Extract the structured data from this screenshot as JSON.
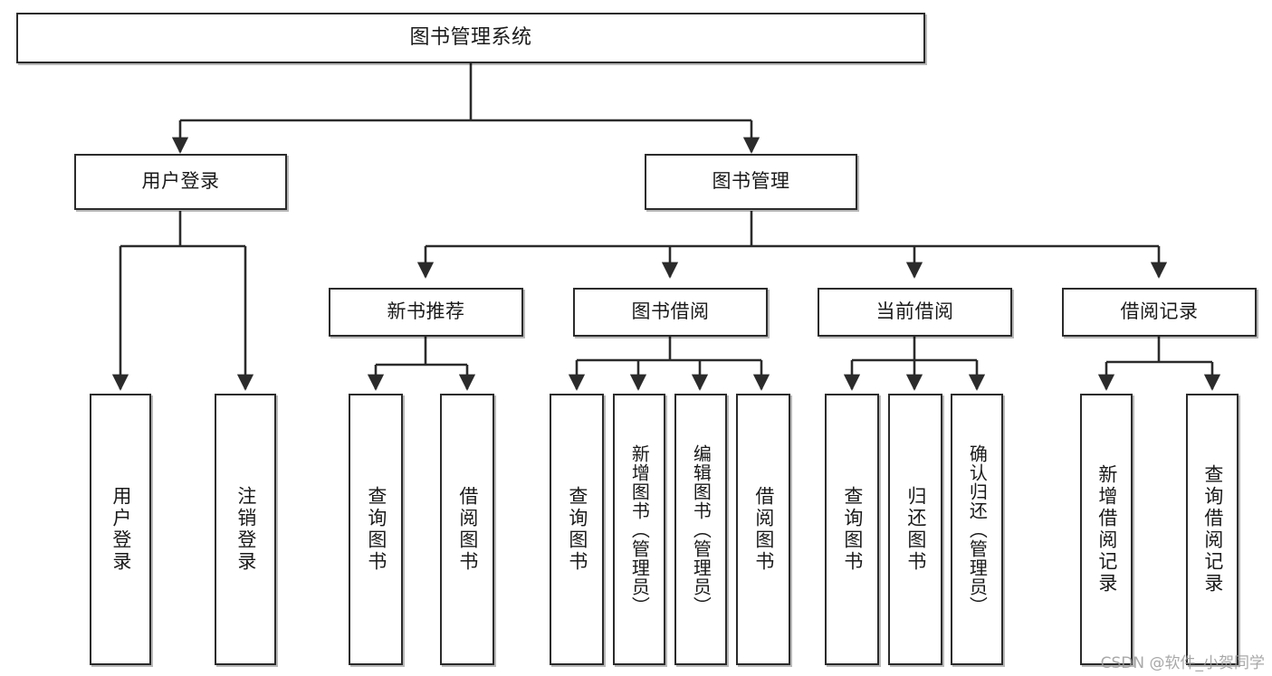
{
  "diagram": {
    "type": "tree-hierarchy",
    "title": "图书管理系统",
    "background_color": "#ffffff",
    "line_color": "#2b2b2b",
    "box_border_color": "#2b2b2b",
    "text_color": "#1a1a1a"
  },
  "watermark": {
    "text": "CSDN @软件_小贺同学",
    "color": "#9a9a9a"
  },
  "nodes": {
    "root": {
      "label": "图书管理系统"
    },
    "level2": [
      {
        "id": "user-login",
        "label": "用户登录"
      },
      {
        "id": "book-manage",
        "label": "图书管理"
      }
    ],
    "level3": [
      {
        "id": "new-book-rec",
        "label": "新书推荐"
      },
      {
        "id": "book-borrow",
        "label": "图书借阅"
      },
      {
        "id": "current-borrow",
        "label": "当前借阅"
      },
      {
        "id": "borrow-record",
        "label": "借阅记录"
      }
    ],
    "leaves": {
      "user_login": [
        {
          "id": "leaf-user-login",
          "label": "用户登录"
        },
        {
          "id": "leaf-logout-login",
          "label": "注销登录"
        }
      ],
      "new_book_rec": [
        {
          "id": "leaf-query-book-1",
          "label": "查询图书"
        },
        {
          "id": "leaf-borrow-book-1",
          "label": "借阅图书"
        }
      ],
      "book_borrow": [
        {
          "id": "leaf-query-book-2",
          "label": "查询图书"
        },
        {
          "id": "leaf-add-book",
          "label": "新增图书（管理员）"
        },
        {
          "id": "leaf-edit-book",
          "label": "编辑图书（管理员）"
        },
        {
          "id": "leaf-borrow-book-2",
          "label": "借阅图书"
        }
      ],
      "current_borrow": [
        {
          "id": "leaf-query-book-3",
          "label": "查询图书"
        },
        {
          "id": "leaf-return-book",
          "label": "归还图书"
        },
        {
          "id": "leaf-confirm-return",
          "label": "确认归还（管理员）"
        }
      ],
      "borrow_record": [
        {
          "id": "leaf-add-record",
          "label": "新增借阅记录"
        },
        {
          "id": "leaf-query-record",
          "label": "查询借阅记录"
        }
      ]
    }
  }
}
